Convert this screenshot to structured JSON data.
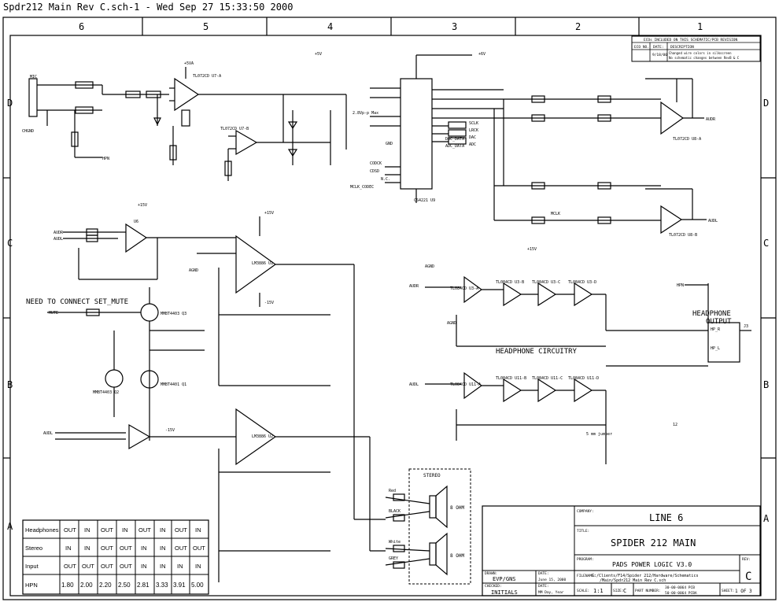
{
  "header": {
    "title": "Spdr212 Main Rev C.sch-1 - Wed Sep 27 15:33:50 2000"
  },
  "frame": {
    "top_columns": [
      "6",
      "5",
      "4",
      "3",
      "2",
      "1"
    ],
    "side_rows": [
      "D",
      "C",
      "B",
      "A"
    ]
  },
  "notes": {
    "need_connect": "NEED TO CONNECT SET_MUTE",
    "headphone_circuitry": "HEADPHONE CIRCUITRY",
    "headphone_output": "HEADPHONE OUTPUT",
    "stereo": "STEREO",
    "speaker_top": "8 OHM",
    "speaker_bottom": "8 OHM"
  },
  "eco": {
    "title": "ECOs INCLUDED ON THIS SCHEMATIC/PCB REVISION",
    "col_eco": "ECO NO.",
    "col_date": "DATE:",
    "col_desc": "DESCRIPTION",
    "row_date": "9/18/00",
    "row_desc1": "Changed wire colors in silkscreen",
    "row_desc2": "No schematic changes between RevB & C"
  },
  "parts": {
    "u6": "U6",
    "u7a": "TL072CD\nU7-A",
    "u7b": "TL072CD\nU7-B",
    "u9": "CS4221\nU9",
    "u8a": "TL072CD\nU8-A",
    "u8b": "TL072CD\nU8-B",
    "u1": "LM3886\nU1",
    "u2": "LM3886\nU2",
    "u3a": "TL084CD\nU3-A",
    "u3b": "TL084CD\nU3-B",
    "u3c": "TL084CD\nU3-C",
    "u3d": "TL084CD\nU3-D",
    "u11a": "TL084CD\nU11-A",
    "u11b": "TL084CD\nU11-B",
    "u11c": "TL084CD\nU11-C",
    "u11d": "TL084CD\nU11-D",
    "q2": "MMBT4403\nQ2",
    "q3": "MMBT4403\nQ3",
    "q1": "MMBT4401\nQ1",
    "j3": "J3",
    "mic": "MIC",
    "jmp": "5 mm jumper"
  },
  "nets": {
    "audr_in": "AUDR",
    "audl_in": "AUDL",
    "audr_out": "AUDR",
    "audl_out": "AUDL",
    "hpn": "HPN",
    "mute": "MUTE",
    "agnd": "AGND",
    "gnd": "GND",
    "chgnd": "CHGND",
    "vcc15": "+15V",
    "vee15": "-15V",
    "vcc5": "+5V",
    "vcc5a": "+5VA",
    "vcc6": "+6V",
    "sclk": "SCLK",
    "lrck": "LRCK",
    "dac": "DAC",
    "adc": "ADC",
    "dac_data": "DAC_DATA",
    "adc_data": "ADC_DATA",
    "mclk": "MCLK",
    "cdclk": "CODCK",
    "cdsd": "CDSD",
    "nc": "N.C.",
    "mlk_codec": "MCLK_CODEC",
    "red": "Red",
    "black": "BLACK",
    "white": "White",
    "grey": "GREY",
    "vpp": "2.8Vp-p Max",
    "res": "12",
    "hp_r": "HP_R",
    "hp_l": "HP_L"
  },
  "table": {
    "headers": [
      "Headphones",
      "OUT",
      "IN",
      "OUT",
      "IN",
      "OUT",
      "IN",
      "OUT",
      "IN"
    ],
    "rows": [
      [
        "Stereo",
        "IN",
        "IN",
        "OUT",
        "OUT",
        "IN",
        "IN",
        "OUT",
        "OUT"
      ],
      [
        "Input",
        "OUT",
        "OUT",
        "OUT",
        "OUT",
        "IN",
        "IN",
        "IN",
        "IN"
      ],
      [
        "HPN",
        "1.80",
        "2.00",
        "2.20",
        "2.50",
        "2.81",
        "3.33",
        "3.91",
        "5.00"
      ]
    ]
  },
  "title_block": {
    "company_label": "COMPANY:",
    "company": "LINE 6",
    "title_label": "TITLE:",
    "title": "SPIDER 212 MAIN",
    "program_label": "PROGRAM:",
    "program": "PADS POWER LOGIC V3.0",
    "rev_label": "REV:",
    "rev": "C",
    "filename_label": "FILENAME:",
    "filename": "G:/Clients/F14/Spider 212/Hardware/Schematics/Main/Spdr212 Main Rev C.sch",
    "drawn_label": "DRAWN:",
    "drawn": "EVP/GNS",
    "date_label": "DATE:",
    "date": "June 15, 2000",
    "checked_label": "CHECKED:",
    "checked": "INITIALS",
    "date2_label": "DATE:",
    "date2": "MM Day, Year",
    "scale_label": "SCALE:",
    "scale": "1:1",
    "size_label": "SIZE:",
    "size": "C",
    "part_label": "PART NUMBER:",
    "part1": "30-00-0064  PCB",
    "part2": "50-00-0064  PCBA",
    "sheet_label": "SHEET:",
    "sheet": "1 OF 3"
  }
}
